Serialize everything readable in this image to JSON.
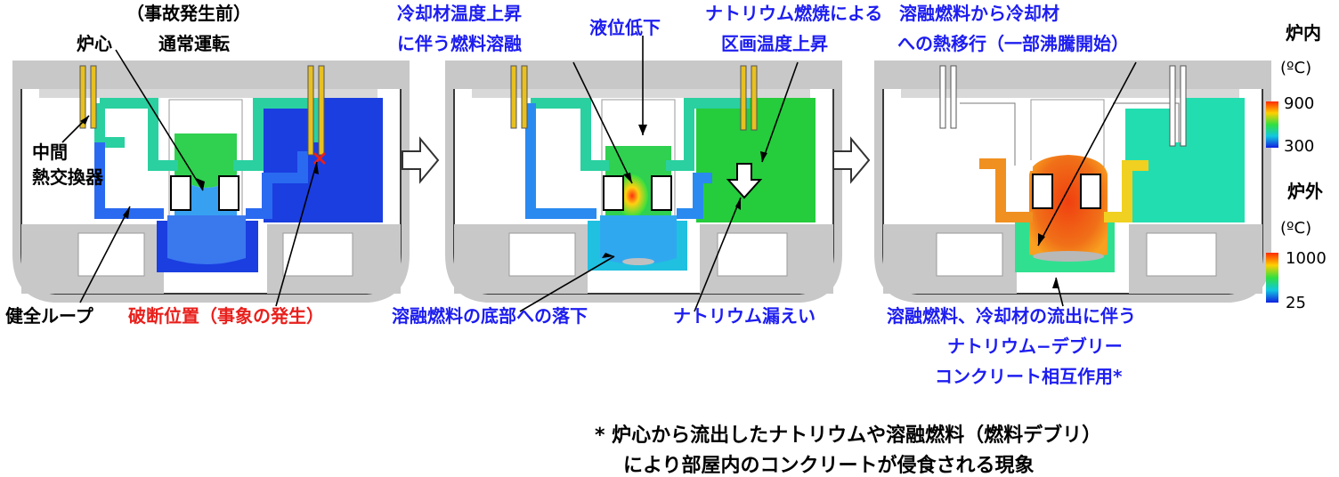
{
  "panels": {
    "p1": {
      "title_line1": "（事故発生前）",
      "title_line2": "通常運転",
      "label_core": "炉心",
      "label_ihx_1": "中間",
      "label_ihx_2": "熱交換器",
      "label_loop": "健全ループ",
      "label_break": "破断位置（事象の発生）"
    },
    "p2": {
      "label_melt_1": "冷却材温度上昇",
      "label_melt_2": "に伴う燃料溶融",
      "label_level": "液位低下",
      "label_sodium_1": "ナトリウム燃焼による",
      "label_sodium_2": "区画温度上昇",
      "label_drop": "溶融燃料の底部への落下",
      "label_leak": "ナトリウム漏えい"
    },
    "p3": {
      "label_heat_1": "溶融燃料から冷却材",
      "label_heat_2": "への熱移行（一部沸騰開始）",
      "label_mcci_1": "溶融燃料、冷却材の流出に伴う",
      "label_mcci_2": "ナトリウム−デブリー",
      "label_mcci_3": "コンクリート相互作用*"
    }
  },
  "legend": {
    "inner": {
      "title": "炉内",
      "unit": "(ºC)",
      "max": "900",
      "min": "300"
    },
    "outer": {
      "title": "炉外",
      "unit": "(ºC)",
      "max": "1000",
      "min": "25"
    }
  },
  "footnote": {
    "line1": "* 炉心から流出したナトリウムや溶融燃料（燃料デブリ）",
    "line2": "により部屋内のコンクリートが侵食される現象"
  },
  "colors": {
    "wall": "#c8c8c8",
    "pipe_gold": "#e8c020",
    "blue": "#1a3ee0",
    "green": "#25cc3c",
    "cyan": "#22ddb0",
    "orange": "#f07818",
    "label_blue": "#1d1df0",
    "label_red": "#e8201c"
  }
}
